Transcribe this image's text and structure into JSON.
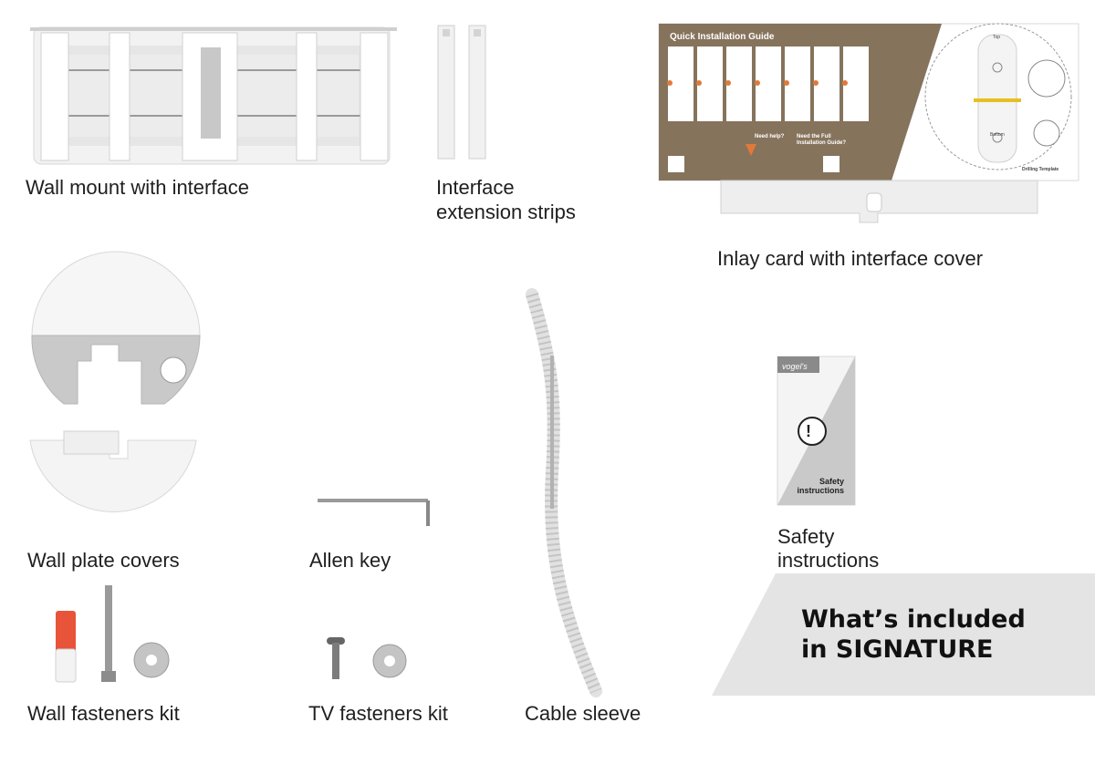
{
  "items": {
    "wall_mount": {
      "label": "Wall mount with interface"
    },
    "extension_strips": {
      "label_line1": "Interface",
      "label_line2": "extension strips"
    },
    "inlay_card": {
      "label": "Inlay card with interface cover",
      "guide_title": "Quick Installation Guide",
      "need_help": "Need help?",
      "full_guide_line1": "Need the Full",
      "full_guide_line2": "Installation Guide?",
      "template_top": "Top",
      "template_bottom": "Bottom",
      "template_name": "Drilling Template"
    },
    "wall_plate_covers": {
      "label": "Wall plate covers"
    },
    "allen_key": {
      "label": "Allen key"
    },
    "cable_sleeve": {
      "label": "Cable sleeve"
    },
    "safety": {
      "label_line1": "Safety",
      "label_line2": "instructions",
      "booklet_line1": "Safety",
      "booklet_line2": "instructions",
      "booklet_brand": "vogel's",
      "booklet_icon": "!"
    },
    "wall_fasteners": {
      "label": "Wall fasteners kit"
    },
    "tv_fasteners": {
      "label": "TV fasteners kit"
    }
  },
  "banner": {
    "line1": "What’s included",
    "line2": "in SIGNATURE"
  },
  "colors": {
    "card_brown": "#86735c",
    "banner_grey": "#e4e4e5",
    "anchor_orange": "#e8543a",
    "accent_orange": "#e07a3a"
  }
}
